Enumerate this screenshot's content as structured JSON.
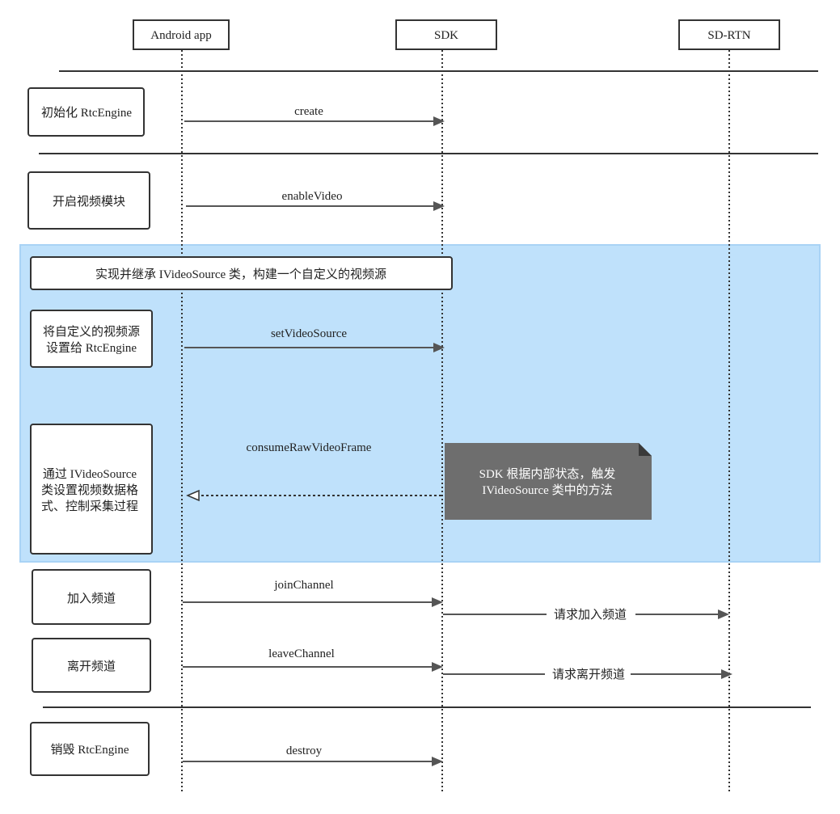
{
  "participants": {
    "android": "Android app",
    "sdk": "SDK",
    "sdrtn": "SD-RTN"
  },
  "steps": {
    "init": "初始化 RtcEngine",
    "enable_video": "开启视频模块",
    "implement": "实现并继承 IVideoSource 类，构建一个自定义的视频源",
    "set_source_line1": "将自定义的视频源",
    "set_source_line2": "设置给 RtcEngine",
    "format_line1": "通过 IVideoSource",
    "format_line2": "类设置视频数据格",
    "format_line3": "式、控制采集过程",
    "join": "加入频道",
    "leave": "离开频道",
    "destroy": "销毁 RtcEngine"
  },
  "messages": {
    "create": "create",
    "enable_video": "enableVideo",
    "set_video_source": "setVideoSource",
    "consume": "consumeRawVideoFrame",
    "join_channel": "joinChannel",
    "request_join": "请求加入频道",
    "leave_channel": "leaveChannel",
    "request_leave": "请求离开频道",
    "destroy": "destroy"
  },
  "note": {
    "line1": "SDK 根据内部状态，触发",
    "line2": "IVideoSource 类中的方法"
  },
  "colors": {
    "highlight": "#bfe1fb",
    "note_fill": "#6e6e6e",
    "note_fold": "#3a3a3a"
  }
}
